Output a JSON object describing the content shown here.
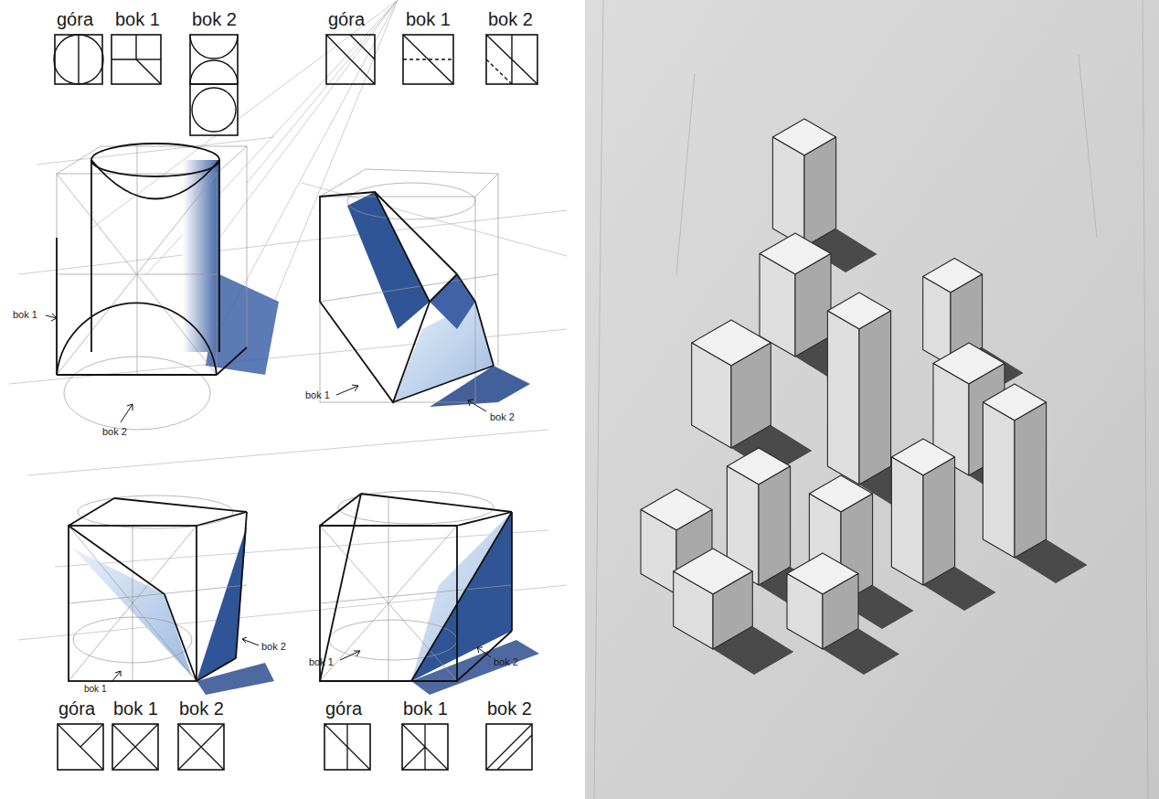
{
  "diagram": {
    "labels": [
      "góra",
      "bok 1",
      "bok 2",
      "góra",
      "bok 1",
      "bok 2",
      "bok 1",
      "bok 2",
      "bok 1",
      "bok 2",
      "bok 1",
      "bok 2",
      "bok 1",
      "bok 2",
      "góra",
      "bok 1",
      "bok 2",
      "góra",
      "bok 1",
      "bok 2"
    ]
  }
}
